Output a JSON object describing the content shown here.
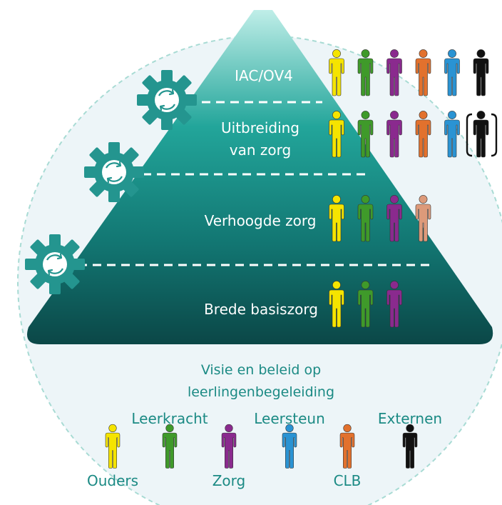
{
  "colors": {
    "yellow": "#f5e400",
    "green": "#3f9a2a",
    "purple": "#8a2a8e",
    "orange": "#e2712d",
    "light_orange": "#dd9a7a",
    "blue": "#2a93d3",
    "black": "#111111",
    "teal_top": "#bfeee8",
    "teal_mid": "#1b9c94",
    "teal_bottom": "#0c4a4a",
    "gear": "#24958f",
    "circle_bg": "#edf5f8",
    "circle_border": "#a8dbd4",
    "label_text": "#1b8a84"
  },
  "pyramid": {
    "levels": [
      {
        "label": "IAC/OV4",
        "figures": [
          "yellow",
          "green",
          "purple",
          "orange",
          "blue",
          "black"
        ],
        "bracketed_last": false
      },
      {
        "label_line1": "Uitbreiding",
        "label_line2": "van zorg",
        "figures": [
          "yellow",
          "green",
          "purple",
          "orange",
          "blue",
          "black"
        ],
        "bracketed_last": true
      },
      {
        "label": "Verhoogde zorg",
        "figures": [
          "yellow",
          "green",
          "purple",
          "light_orange"
        ],
        "bracketed_last": false
      },
      {
        "label": "Brede basiszorg",
        "figures": [
          "yellow",
          "green",
          "purple"
        ],
        "bracketed_last": false
      }
    ],
    "gears": [
      "gear-icon-1",
      "gear-icon-2",
      "gear-icon-3"
    ]
  },
  "vision": {
    "line1": "Visie en beleid op",
    "line2": "leerlingenbegeleiding"
  },
  "legend": [
    {
      "label": "Ouders",
      "color": "yellow",
      "label_position": "below"
    },
    {
      "label": "Leerkracht",
      "color": "green",
      "label_position": "above"
    },
    {
      "label": "Zorg",
      "color": "purple",
      "label_position": "below"
    },
    {
      "label": "Leersteun",
      "color": "blue",
      "label_position": "above"
    },
    {
      "label": "CLB",
      "color": "orange",
      "label_position": "below"
    },
    {
      "label": "Externen",
      "color": "black",
      "label_position": "above"
    }
  ]
}
